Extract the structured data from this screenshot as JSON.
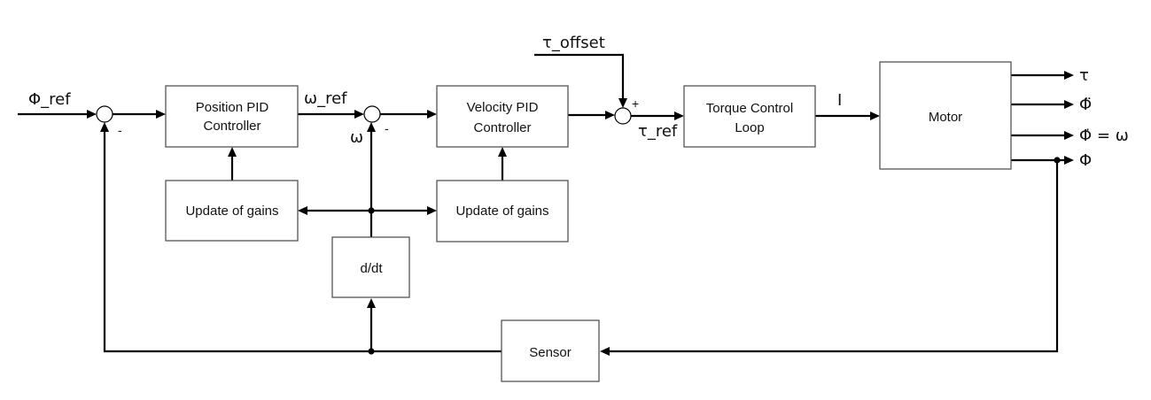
{
  "diagram": {
    "blocks": {
      "position_pid": [
        "Position PID",
        "Controller"
      ],
      "velocity_pid": [
        "Velocity PID",
        "Controller"
      ],
      "torque_loop": [
        "Torque Control",
        "Loop"
      ],
      "motor": "Motor",
      "update_gains_left": "Update of gains",
      "update_gains_right": "Update of gains",
      "derivative": "d/dt",
      "sensor": "Sensor"
    },
    "signals": {
      "phi_ref": "Φ_ref",
      "omega_ref": "ω_ref",
      "omega": "ω",
      "tau_offset": "τ_offset",
      "tau_ref": "τ_ref",
      "current": "I",
      "out_tau": "τ",
      "out_phi_ddot": "Φ̈",
      "out_phi_dot": "Φ̇ = ω",
      "out_phi": "Φ"
    },
    "signs": {
      "sum1_feedback": "-",
      "sum2_feedback": "-",
      "sum3_offset": "+"
    }
  }
}
